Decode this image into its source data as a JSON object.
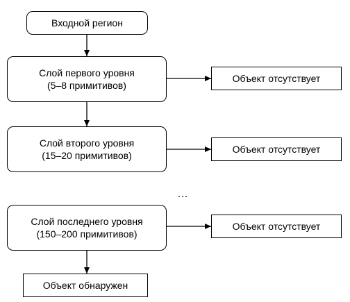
{
  "input": {
    "label": "Входной регион"
  },
  "stages": [
    {
      "title": "Слой первого уровня",
      "detail": "(5–8 примитивов)",
      "result": "Объект отсутствует"
    },
    {
      "title": "Слой второго уровня",
      "detail": "(15–20 примитивов)",
      "result": "Объект отсутствует"
    },
    {
      "title": "Слой последнего уровня",
      "detail": "(150–200 примитивов)",
      "result": "Объект отсутствует"
    }
  ],
  "ellipsis": "…",
  "output": {
    "label": "Объект обнаружен"
  }
}
